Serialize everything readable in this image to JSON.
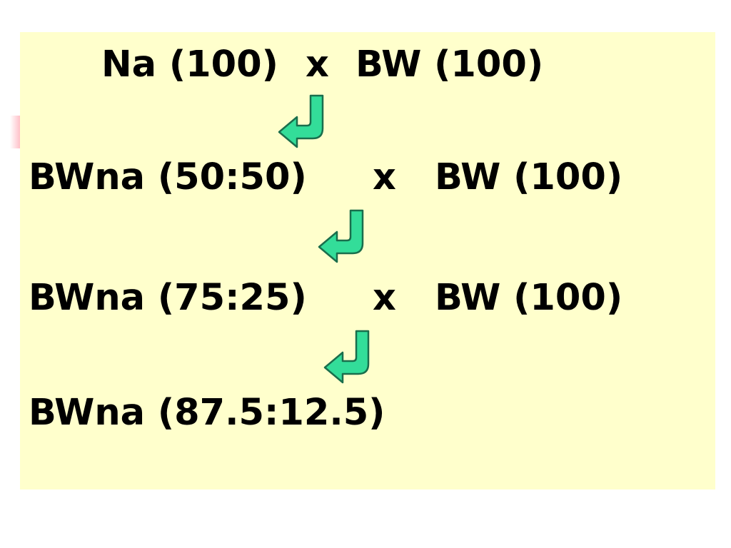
{
  "rows": [
    {
      "left": "Na (100)",
      "operator": "x",
      "right": "BW (100)"
    },
    {
      "left": "BWna (50:50)",
      "operator": "x",
      "right": "BW (100)"
    },
    {
      "left": "BWna (75:25)",
      "operator": "x",
      "right": "BW (100)"
    },
    {
      "left": "BWna (87.5:12.5)"
    }
  ],
  "colors": {
    "panel_background": "#ffffcc",
    "arrow_fill": "#33dd99",
    "arrow_stroke": "#1a6e4c",
    "text": "#000000"
  },
  "icons": {
    "arrow": "curved-down-left-arrow-icon"
  }
}
